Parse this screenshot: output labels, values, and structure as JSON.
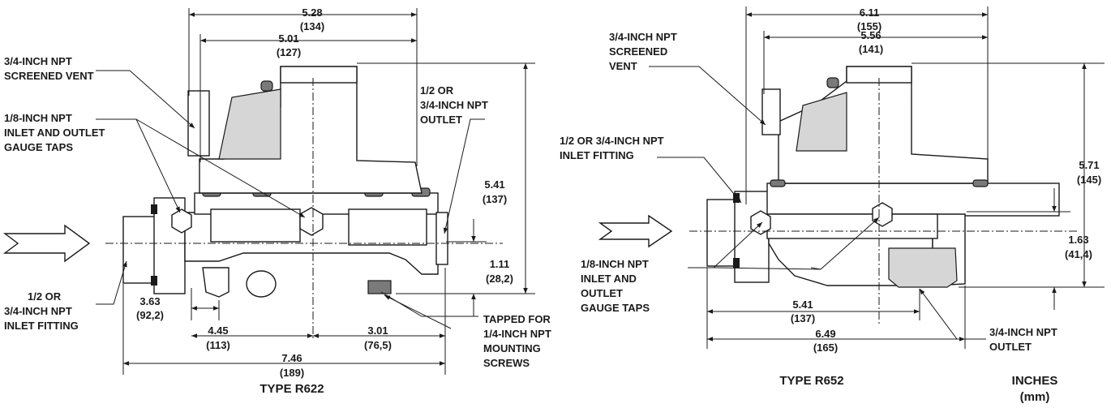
{
  "r622": {
    "caption": "TYPE R622",
    "dims": {
      "d528": [
        "5.28",
        "(134)"
      ],
      "d501": [
        "5.01",
        "(127)"
      ],
      "d541": [
        "5.41",
        "(137)"
      ],
      "d111": [
        "1.11",
        "(28,2)"
      ],
      "d363": [
        "3.63",
        "(92,2)"
      ],
      "d445": [
        "4.45",
        "(113)"
      ],
      "d301": [
        "3.01",
        "(76,5)"
      ],
      "d746": [
        "7.46",
        "(189)"
      ]
    },
    "labels": {
      "vent": [
        "3/4-INCH NPT",
        "SCREENED VENT"
      ],
      "gauge": [
        "1/8-INCH NPT",
        "INLET AND OUTLET",
        "GAUGE TAPS"
      ],
      "outlet": [
        "1/2 OR",
        "3/4-INCH NPT",
        "OUTLET"
      ],
      "inlet": [
        "1/2 OR",
        "3/4-INCH NPT",
        "INLET FITTING"
      ],
      "mount": [
        "TAPPED FOR",
        "1/4-INCH NPT",
        "MOUNTING",
        "SCREWS"
      ]
    }
  },
  "r652": {
    "caption": "TYPE R652",
    "dims": {
      "d611": [
        "6.11",
        "(155)"
      ],
      "d556": [
        "5.56",
        "(141)"
      ],
      "d571": [
        "5.71",
        "(145)"
      ],
      "d163": [
        "1.63",
        "(41,4)"
      ],
      "d541": [
        "5.41",
        "(137)"
      ],
      "d649": [
        "6.49",
        "(165)"
      ]
    },
    "labels": {
      "vent": [
        "3/4-INCH NPT",
        "SCREENED",
        "VENT"
      ],
      "inlet": [
        "1/2 OR 3/4-INCH NPT",
        "INLET FITTING"
      ],
      "gauge": [
        "1/8-INCH NPT",
        "INLET AND",
        "OUTLET",
        "GAUGE TAPS"
      ],
      "outlet": [
        "3/4-INCH NPT",
        "OUTLET"
      ]
    }
  },
  "units": [
    "INCHES",
    "(mm)"
  ]
}
